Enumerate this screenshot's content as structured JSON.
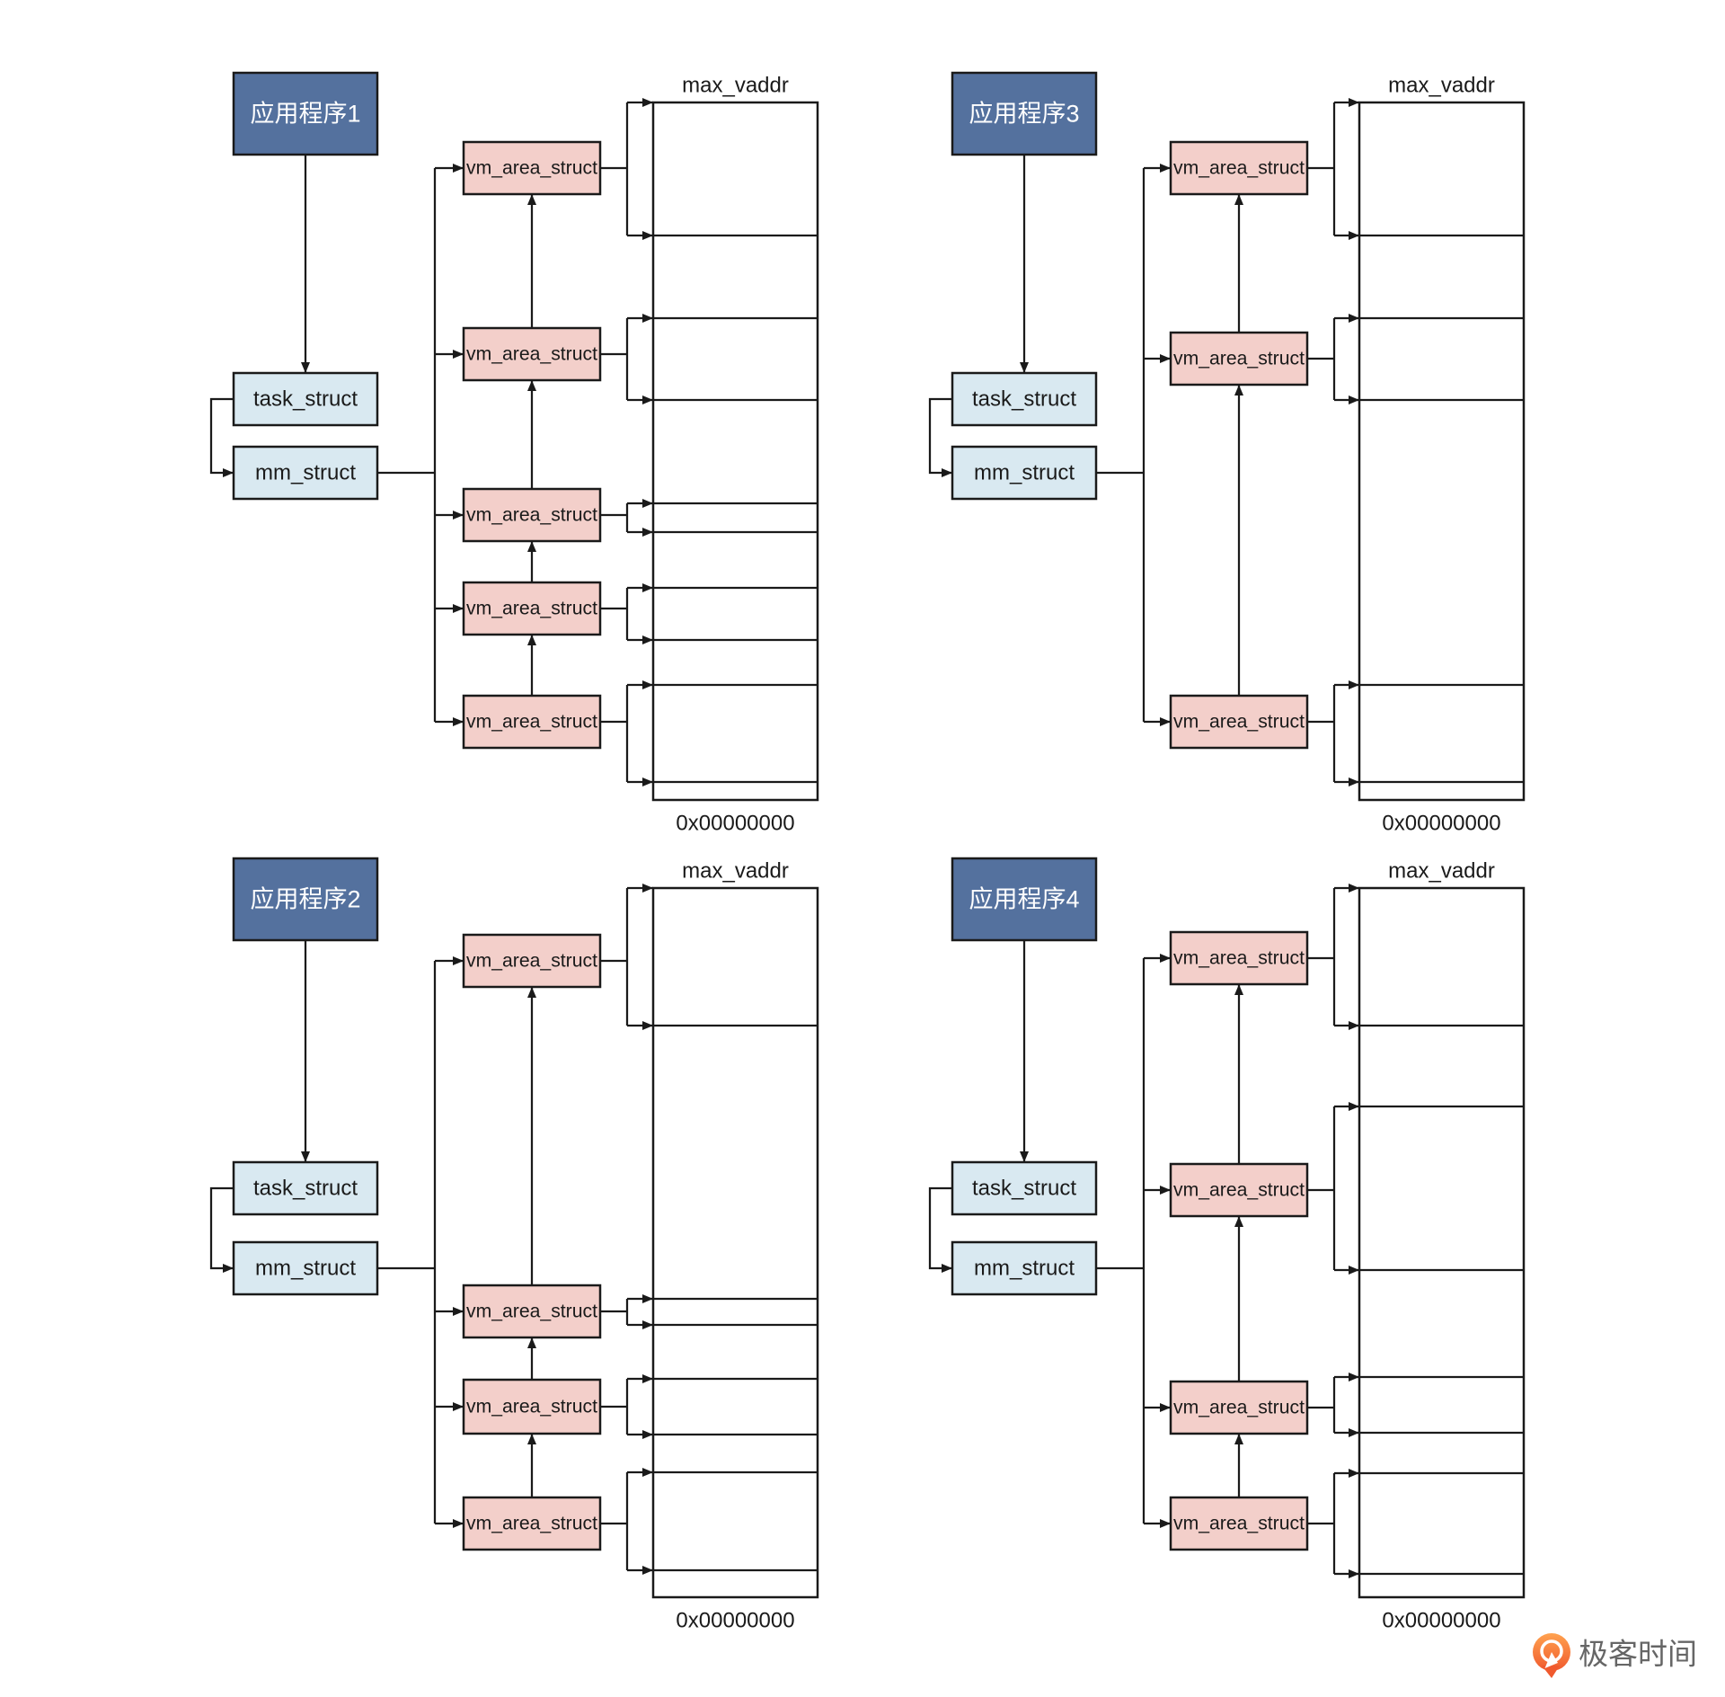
{
  "labels": {
    "task_struct": "task_struct",
    "mm_struct": "mm_struct",
    "vm_area_struct": "vm_area_struct",
    "max_vaddr": "max_vaddr",
    "min_addr": "0x00000000"
  },
  "panels": [
    {
      "app_label": "应用程序1"
    },
    {
      "app_label": "应用程序2"
    },
    {
      "app_label": "应用程序3"
    },
    {
      "app_label": "应用程序4"
    }
  ],
  "logo": {
    "text": "极客时间"
  },
  "colors": {
    "app_fill": "#54719E",
    "app_text": "#FFFFFF",
    "struct_fill": "#D9E9F1",
    "vma_fill": "#F3CFCA",
    "map_fill": "#FFFFFF",
    "stroke": "#1A1A1A",
    "text": "#1A1A1A",
    "logo_orange_top": "#FFA24F",
    "logo_orange_bottom": "#F05A2E",
    "logo_text": "#666666"
  }
}
